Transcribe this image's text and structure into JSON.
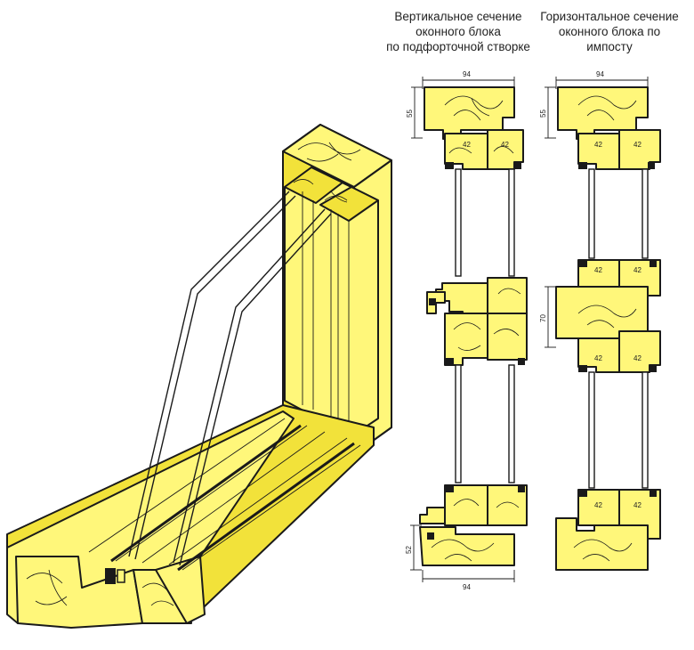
{
  "captions": {
    "vertical": [
      "Вертикальное сечение",
      "оконного блока",
      "по подфорточной створке"
    ],
    "horizontal": [
      "Горизонтальное сечение",
      "оконного блока по",
      "импосту"
    ]
  },
  "dimensions": {
    "width_top_left": "94",
    "width_top_right": "94",
    "height_top_left": "55",
    "height_top_right": "55",
    "sash_a": "42",
    "sash_b": "42",
    "impost_height": "70",
    "sill_height": "52",
    "width_bottom": "94"
  },
  "colors": {
    "wood": "#fff77a",
    "wood_shadow": "#f2e23a",
    "outline": "#1a1a1a"
  }
}
